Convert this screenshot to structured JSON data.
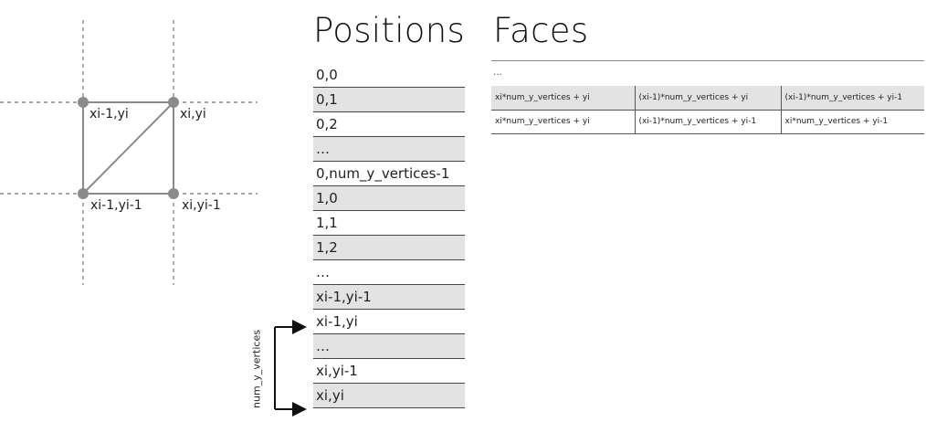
{
  "grid_diagram": {
    "labels": {
      "top_left": "xi-1,yi",
      "top_right": "xi,yi",
      "bottom_left": "xi-1,yi-1",
      "bottom_right": "xi,yi-1"
    },
    "colors": {
      "edge": "#8a8a8a",
      "vertex": "#8a8a8a",
      "guide": "#8a8a8a"
    }
  },
  "positions": {
    "title": "Positions",
    "rows": [
      "0,0",
      "0,1",
      "0,2",
      "…",
      "0,num_y_vertices-1",
      "1,0",
      "1,1",
      "1,2",
      "…",
      "xi-1,yi-1",
      "xi-1,yi",
      "…",
      "xi,yi-1",
      "xi,yi"
    ]
  },
  "faces": {
    "title": "Faces",
    "ellipsis": "…",
    "rows": [
      [
        "xi*num_y_vertices + yi",
        "(xi-1)*num_y_vertices + yi",
        "(xi-1)*num_y_vertices + yi-1"
      ],
      [
        "xi*num_y_vertices + yi",
        "(xi-1)*num_y_vertices + yi-1",
        "xi*num_y_vertices + yi-1"
      ]
    ]
  },
  "bracket": {
    "label": "num_y_vertices"
  }
}
